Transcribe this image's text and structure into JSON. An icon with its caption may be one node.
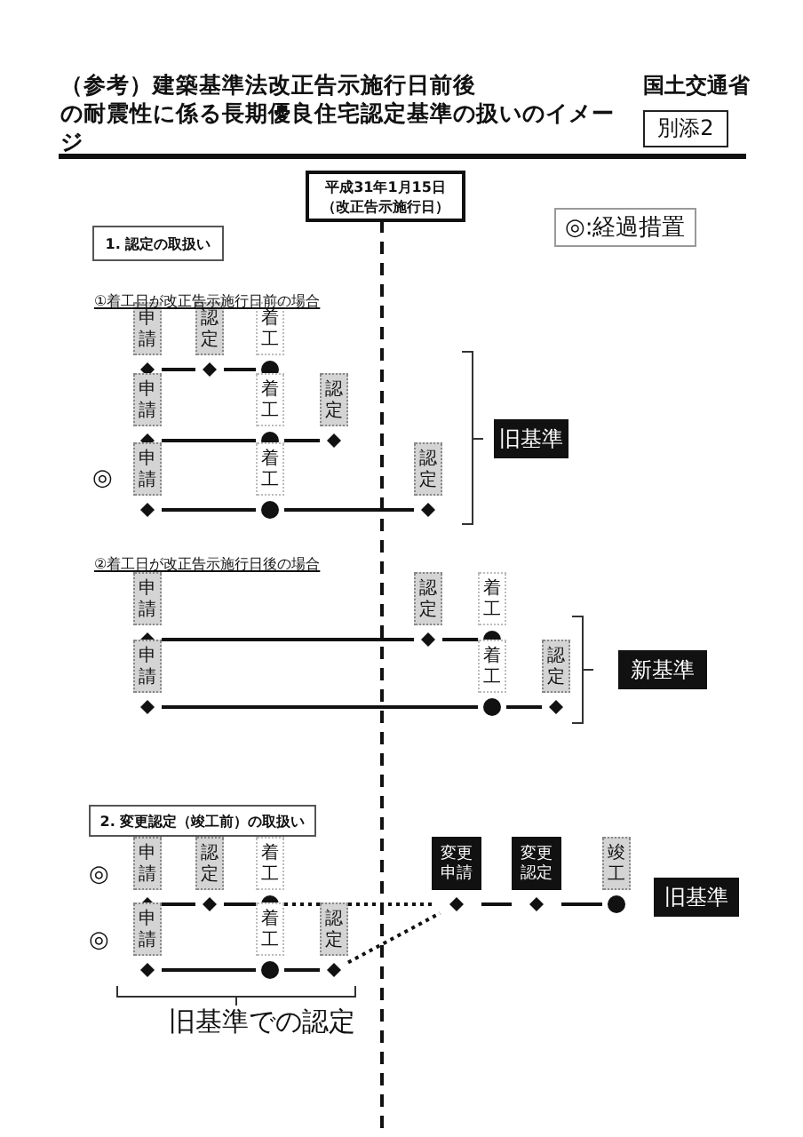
{
  "diagram": {
    "title": "（参考）建築基準法改正告示施行日前後の耐震性に係る長期優良住宅認定基準の扱いのイメージ",
    "nodes": [
      {
        "text": [
          "別添2"
        ]
      },
      {
        "text": [
          "平成31年1月15日（改正告示施行日）"
        ]
      },
      {
        "text": [
          "1. 認定の取扱い"
        ]
      },
      {
        "text": [
          "申請"
        ]
      },
      {
        "text": [
          "認定"
        ]
      },
      {
        "text": [
          "着工"
        ]
      },
      {
        "text": [
          "申請"
        ]
      },
      {
        "text": [
          "着工"
        ]
      },
      {
        "text": [
          "認定"
        ]
      },
      {
        "text": [
          "申請"
        ]
      },
      {
        "text": [
          "着工"
        ]
      },
      {
        "text": [
          "認定"
        ]
      },
      {
        "text": [
          "旧基準"
        ]
      },
      {
        "text": [
          "申請"
        ]
      },
      {
        "text": [
          "認定"
        ]
      },
      {
        "text": [
          "着工"
        ]
      },
      {
        "text": [
          "申請"
        ]
      },
      {
        "text": [
          "着工"
        ]
      },
      {
        "text": [
          "認定"
        ]
      },
      {
        "text": [
          "新基準"
        ]
      },
      {
        "text": [
          "2. 変更認定（竣工前）の取扱い"
        ]
      },
      {
        "text": [
          "申請"
        ]
      },
      {
        "text": [
          "認定"
        ]
      },
      {
        "text": [
          "着工"
        ]
      },
      {
        "text": [
          "変更申請"
        ]
      },
      {
        "text": [
          "変更認定"
        ]
      },
      {
        "text": [
          "竣工"
        ]
      },
      {
        "text": [
          "旧基準"
        ]
      },
      {
        "text": [
          "申請"
        ]
      },
      {
        "text": [
          "着工"
        ]
      },
      {
        "text": [
          "認定"
        ]
      }
    ],
    "edges": [
      {
        "from": 3,
        "to": 4,
        "arrow": "none"
      },
      {
        "from": 4,
        "to": 5,
        "arrow": "none"
      },
      {
        "from": 6,
        "to": 7,
        "arrow": "none"
      },
      {
        "from": 7,
        "to": 8,
        "arrow": "none"
      },
      {
        "from": 9,
        "to": 10,
        "arrow": "none"
      },
      {
        "from": 10,
        "to": 11,
        "arrow": "none"
      },
      {
        "from": 13,
        "to": 14,
        "arrow": "none"
      },
      {
        "from": 14,
        "to": 15,
        "arrow": "none"
      },
      {
        "from": 16,
        "to": 17,
        "arrow": "none"
      },
      {
        "from": 17,
        "to": 18,
        "arrow": "none"
      },
      {
        "from": 21,
        "to": 22,
        "arrow": "none"
      },
      {
        "from": 22,
        "to": 23,
        "arrow": "none"
      },
      {
        "from": 23,
        "to": 24,
        "arrow": "none",
        "style": "dashed"
      },
      {
        "from": 24,
        "to": 25,
        "arrow": "none"
      },
      {
        "from": 25,
        "to": 26,
        "arrow": "none"
      },
      {
        "from": 28,
        "to": 29,
        "arrow": "none"
      },
      {
        "from": 29,
        "to": 30,
        "arrow": "none"
      },
      {
        "from": 30,
        "to": 24,
        "arrow": "none",
        "style": "dashed"
      }
    ],
    "labels": [
      "国土交通省",
      "◎:経過措置",
      "①着工日が改正告示施行日前の場合",
      "◎",
      "②着工日が改正告示施行日後の場合",
      "◎",
      "◎",
      "旧基準での認定"
    ]
  }
}
